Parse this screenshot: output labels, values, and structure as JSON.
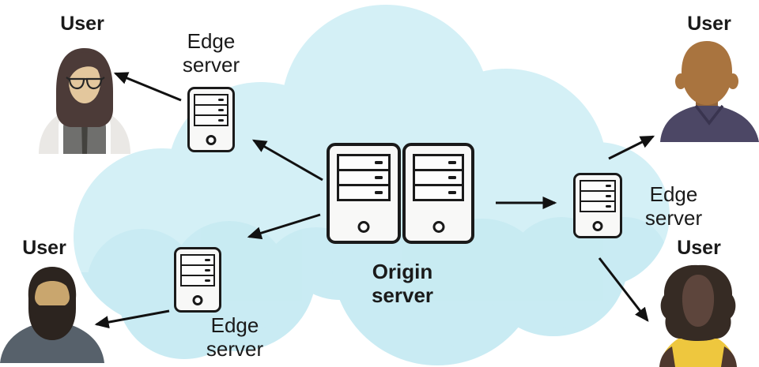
{
  "diagram_type": "cdn-architecture",
  "nodes": {
    "origin_server": {
      "label_line1": "Origin",
      "label_line2": "server"
    },
    "edge_server_top_left": {
      "label_line1": "Edge",
      "label_line2": "server"
    },
    "edge_server_right": {
      "label_line1": "Edge",
      "label_line2": "server"
    },
    "edge_server_bottom_left": {
      "label_line1": "Edge",
      "label_line2": "server"
    },
    "user_top_left": {
      "label": "User"
    },
    "user_top_right": {
      "label": "User"
    },
    "user_bottom_left": {
      "label": "User"
    },
    "user_bottom_right": {
      "label": "User"
    }
  },
  "connections": [
    {
      "from": "origin_server",
      "to": "edge_server_top_left"
    },
    {
      "from": "origin_server",
      "to": "edge_server_bottom_left"
    },
    {
      "from": "origin_server",
      "to": "edge_server_right"
    },
    {
      "from": "edge_server_top_left",
      "to": "user_top_left"
    },
    {
      "from": "edge_server_bottom_left",
      "to": "user_bottom_left"
    },
    {
      "from": "edge_server_right",
      "to": "user_top_right"
    },
    {
      "from": "edge_server_right",
      "to": "user_bottom_right"
    }
  ],
  "icons": {
    "origin_server": "dual-tower-server-icon",
    "edge_server": "tower-server-icon",
    "cloud": "cloud-shape",
    "user_top_left": "woman-glasses-avatar",
    "user_top_right": "bald-man-avatar",
    "user_bottom_left": "bearded-man-avatar",
    "user_bottom_right": "curly-hair-woman-avatar"
  },
  "colors": {
    "cloud_base": "#d4f0f6",
    "cloud_shade": "#bfe7f0",
    "ink": "#1a1a1a",
    "server_fill": "#f8f8f7",
    "skin_tan": "#e3c79d",
    "hair_brown": "#4c3b38",
    "vest_gray": "#6f6f6d",
    "suit_light": "#eae8e5",
    "skin_brown": "#a9743f",
    "shirt_purple": "#4c4765",
    "skin_tan2": "#c9a66e",
    "hair_black": "#2c241f",
    "shirt_slate": "#57616b",
    "skin_dark": "#5d453c",
    "hair_dark": "#362b24",
    "shirt_yellow": "#eec73e"
  }
}
